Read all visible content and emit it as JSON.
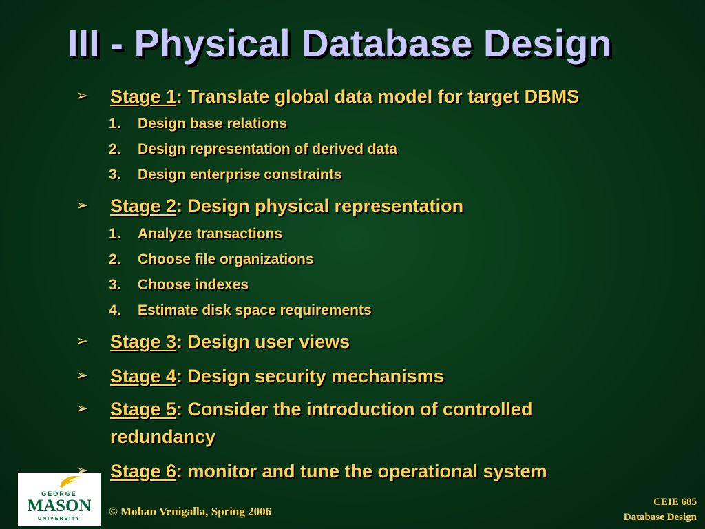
{
  "title": "III - Physical Database Design",
  "stages": [
    {
      "label": "Stage 1",
      "text": ": Translate global data model for target DBMS",
      "steps": [
        {
          "num": "1.",
          "text": "Design base relations"
        },
        {
          "num": "2.",
          "text": "Design representation of derived data"
        },
        {
          "num": "3.",
          "text": "Design enterprise constraints"
        }
      ]
    },
    {
      "label": "Stage 2",
      "text": ": Design physical representation",
      "steps": [
        {
          "num": "1.",
          "text": "Analyze transactions"
        },
        {
          "num": "2.",
          "text": "Choose file organizations"
        },
        {
          "num": "3.",
          "text": "Choose indexes"
        },
        {
          "num": "4.",
          "text": "Estimate disk space requirements"
        }
      ]
    },
    {
      "label": "Stage 3",
      "text": ": Design user views"
    },
    {
      "label": "Stage 4",
      "text": ": Design security mechanisms"
    },
    {
      "label": "Stage 5",
      "text": ": Consider the introduction of controlled redundancy"
    },
    {
      "label": "Stage 6",
      "text": ": monitor and tune the operational system"
    }
  ],
  "footer": {
    "copyright": "© Mohan Venigalla, Spring 2006",
    "course_code": "CEIE 685",
    "course_name": "Database Design"
  },
  "logo": {
    "line1": "GEORGE",
    "line2": "MASON",
    "line3": "UNIVERSITY"
  },
  "colors": {
    "title": "#c8c8ff",
    "text": "#ffd35a",
    "background": "#073416"
  }
}
